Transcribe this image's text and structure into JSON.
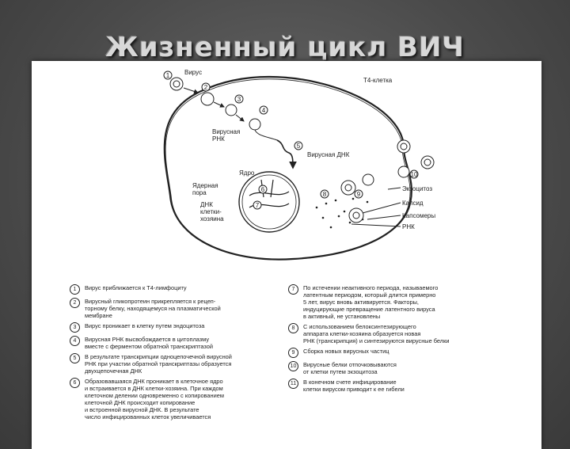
{
  "title": "Жизненный цикл ВИЧ",
  "diagram": {
    "labels": {
      "virus": "Вирус",
      "t4_cell": "Т4-клетка",
      "viral_rna": "Вирусная\nРНК",
      "viral_dna": "Вирусная ДНК",
      "nucleus": "Ядро",
      "nuclear_pore": "Ядерная\nпора",
      "host_dna": "ДНК\nклетки-\nхозяина",
      "exocytosis": "Экзоцитоз",
      "capsid": "Капсид",
      "capsomeres": "Капсомеры",
      "rna": "РНК"
    },
    "step_numbers": [
      "1",
      "2",
      "3",
      "4",
      "5",
      "6",
      "7",
      "8",
      "9",
      "10"
    ]
  },
  "legend": {
    "left": [
      {
        "n": "1",
        "text": "Вирус приближается к Т4-лимфоциту"
      },
      {
        "n": "2",
        "text": "Вирусный гликопротеин прикрепляется к рецеп-\nторному белку, находящемуся на плазматической\nмембране"
      },
      {
        "n": "3",
        "text": "Вирус проникает в клетку путем эндоцитоза"
      },
      {
        "n": "4",
        "text": "Вирусная РНК высвобождается в цитоплазму\nвместе с ферментом обратной транскриптазой"
      },
      {
        "n": "5",
        "text": "В результате транскрипции одноцепочечной вирусной\nРНК при участии обратной транскриптазы образуется\nдвухцепочечная ДНК"
      },
      {
        "n": "6",
        "text": "Образовавшаяся ДНК проникает в клеточное ядро\nи встраивается в ДНК клетки-хозяина. При каждом\nклеточном делении одновременно с копированием\nклеточной ДНК происходит копирование\nи встроенной вирусной ДНК. В результате\nчисло инфицированных клеток увеличивается"
      }
    ],
    "right": [
      {
        "n": "7",
        "text": "По истечении неактивного периода, называемого\nлатентным периодом, который длится примерно\n5 лет, вирус вновь активируется. Факторы,\nиндуцирующие превращение латентного вируса\nв активный, не установлены"
      },
      {
        "n": "8",
        "text": "С использованием белоксинтезирующего\nаппарата клетки-хозяина образуется новая\nРНК (транскрипция) и синтезируются вирусные белки"
      },
      {
        "n": "9",
        "text": "Сборка новых вирусных частиц"
      },
      {
        "n": "10",
        "text": "Вирусные белки отпочковываются\nот клетки путем экзоцитоза"
      },
      {
        "n": "11",
        "text": "В конечном счете инфицирование\nклетки вирусом приводит к ее гибели"
      }
    ]
  }
}
